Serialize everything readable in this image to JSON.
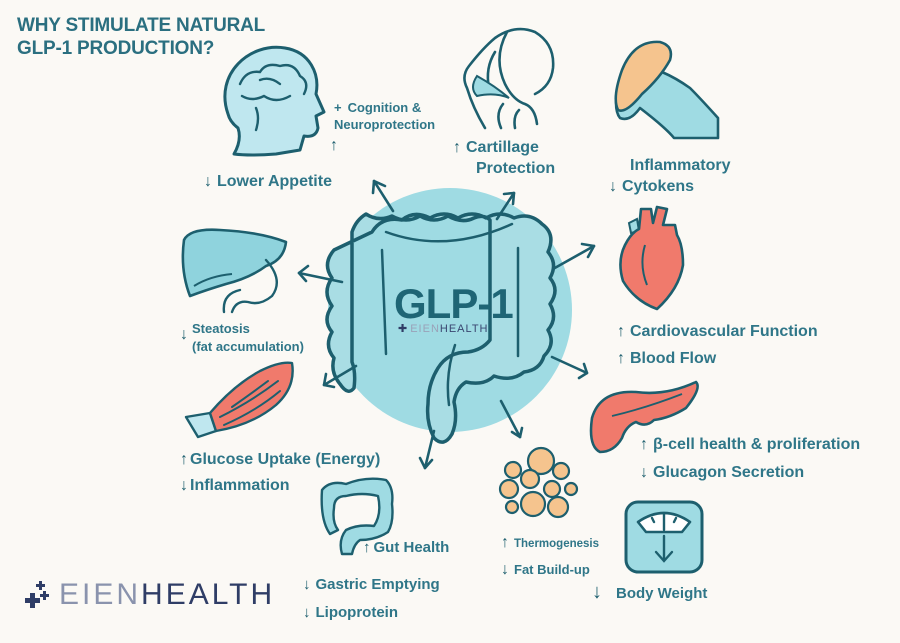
{
  "title": {
    "line1": "WHY STIMULATE NATURAL",
    "line2": "GLP-1 PRODUCTION?"
  },
  "center": {
    "label": "GLP-1",
    "brand_eien": "EIEN",
    "brand_health": "HEALTH"
  },
  "colors": {
    "background": "#fbf9f5",
    "teal_dark": "#1d5f6e",
    "teal_text": "#2f7688",
    "teal_light": "#9fdbe3",
    "coral": "#f07a6c",
    "peach": "#f5c48e",
    "brand_navy": "#2f3d66",
    "brand_gray": "#8a93ad"
  },
  "benefits": {
    "brain": {
      "icon": "brain-head-icon",
      "cognition_prefix": "+",
      "cognition_line1": "Cognition &",
      "cognition_line2": "Neuroprotection",
      "cognition_arrow": "↑",
      "appetite_arrow": "↓",
      "appetite": "Lower Appetite"
    },
    "knee": {
      "icon": "knee-joint-icon",
      "arrow": "↑",
      "line1": "Cartillage",
      "line2": "Protection"
    },
    "femur": {
      "icon": "femur-joint-icon",
      "arrow": "↓",
      "line1": "Inflammatory",
      "line2": "Cytokens"
    },
    "heart": {
      "icon": "heart-icon",
      "items": [
        {
          "arrow": "↑",
          "text": "Cardiovascular Function"
        },
        {
          "arrow": "↑",
          "text": "Blood Flow"
        }
      ]
    },
    "pancreas": {
      "icon": "pancreas-icon",
      "items": [
        {
          "arrow": "↑",
          "text": "β-cell health & proliferation"
        },
        {
          "arrow": "↓",
          "text": "Glucagon Secretion"
        }
      ]
    },
    "scale": {
      "icon": "weight-scale-icon",
      "arrow": "↓",
      "text": "Body Weight"
    },
    "fat": {
      "icon": "fat-cells-icon",
      "items": [
        {
          "arrow": "↑",
          "text": "Thermogenesis"
        },
        {
          "arrow": "↓",
          "text": "Fat Build-up"
        }
      ]
    },
    "gut": {
      "icon": "intestine-icon",
      "gut_arrow": "↑",
      "gut_text": "Gut Health",
      "items": [
        {
          "arrow": "↓",
          "text": "Gastric Emptying"
        },
        {
          "arrow": "↓",
          "text": "Lipoprotein"
        }
      ]
    },
    "muscle": {
      "icon": "muscle-icon",
      "items": [
        {
          "arrow": "↑",
          "text": "Glucose Uptake (Energy)"
        },
        {
          "arrow": "↓",
          "text": "Inflammation"
        }
      ]
    },
    "liver": {
      "icon": "liver-icon",
      "arrow": "↓",
      "line1": "Steatosis",
      "line2": "(fat accumulation)"
    }
  },
  "footer_brand": {
    "eien": "EIEN",
    "health": "HEALTH"
  }
}
